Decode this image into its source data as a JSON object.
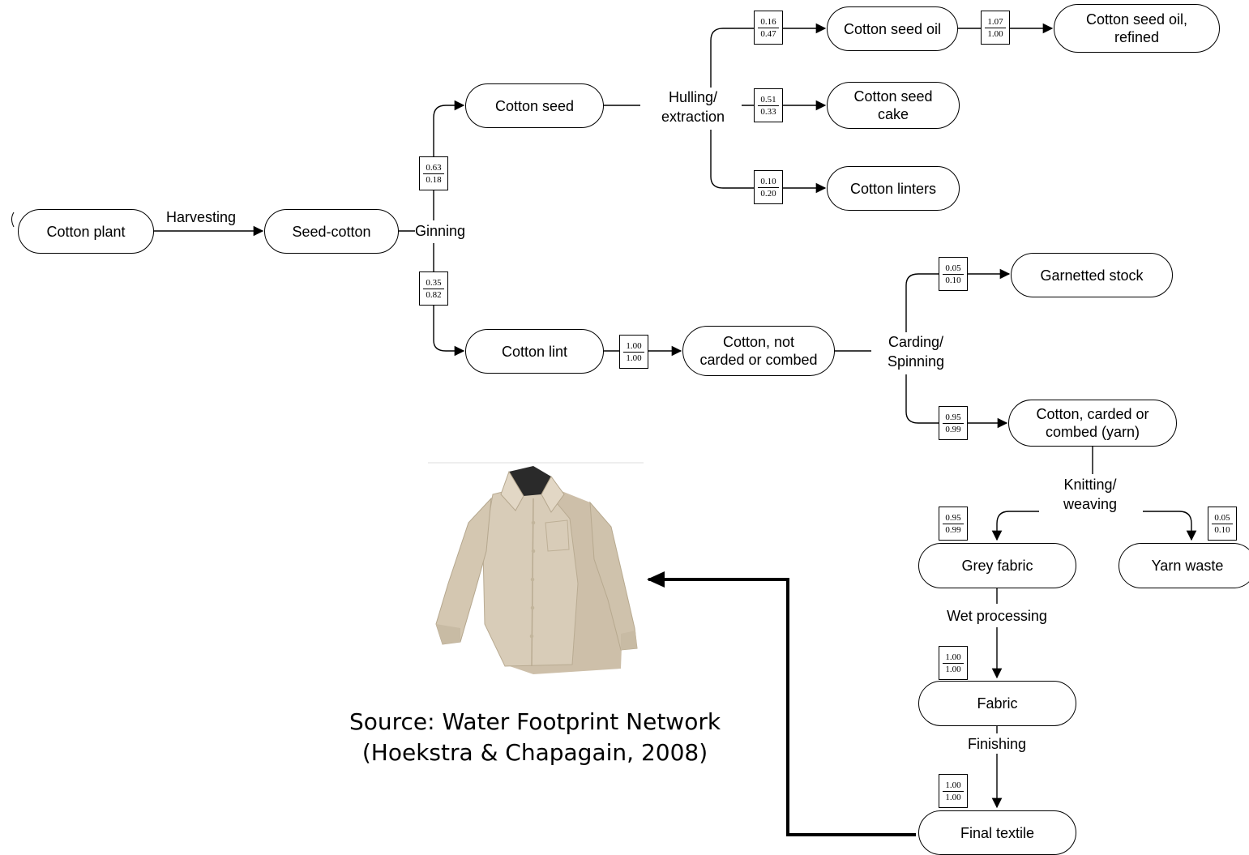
{
  "nodes": {
    "cotton_plant": "Cotton plant",
    "seed_cotton": "Seed-cotton",
    "cotton_seed": "Cotton seed",
    "cotton_seed_oil": "Cotton seed oil",
    "cotton_seed_oil_refined": [
      "Cotton seed oil,",
      "refined"
    ],
    "cotton_seed_cake": [
      "Cotton seed",
      "cake"
    ],
    "cotton_linters": "Cotton linters",
    "cotton_lint": "Cotton lint",
    "cotton_not_carded": [
      "Cotton, not",
      "carded or combed"
    ],
    "garnetted_stock": "Garnetted stock",
    "cotton_carded": [
      "Cotton, carded or",
      "combed (yarn)"
    ],
    "grey_fabric": "Grey fabric",
    "yarn_waste": "Yarn waste",
    "fabric": "Fabric",
    "final_textile": "Final textile"
  },
  "processes": {
    "harvesting": "Harvesting",
    "ginning": "Ginning",
    "hulling": [
      "Hulling/",
      "extraction"
    ],
    "carding": [
      "Carding/",
      "Spinning"
    ],
    "knitting": [
      "Knitting/",
      "weaving"
    ],
    "wet_processing": "Wet processing",
    "finishing": "Finishing"
  },
  "ratios": {
    "seed_from_ginning": [
      "0.63",
      "0.18"
    ],
    "lint_from_ginning": [
      "0.35",
      "0.82"
    ],
    "oil": [
      "0.16",
      "0.47"
    ],
    "oil_refined": [
      "1.07",
      "1.00"
    ],
    "cake": [
      "0.51",
      "0.33"
    ],
    "linters": [
      "0.10",
      "0.20"
    ],
    "not_carded": [
      "1.00",
      "1.00"
    ],
    "garnetted": [
      "0.05",
      "0.10"
    ],
    "carded": [
      "0.95",
      "0.99"
    ],
    "grey_fabric": [
      "0.95",
      "0.99"
    ],
    "yarn_waste": [
      "0.05",
      "0.10"
    ],
    "fabric": [
      "1.00",
      "1.00"
    ],
    "final_textile": [
      "1.00",
      "1.00"
    ]
  },
  "source": [
    "Source: Water Footprint Network",
    "(Hoekstra & Chapagain, 2008)"
  ],
  "colors": {
    "line": "#000000",
    "shirt": "#d8ccb8",
    "collar_inner": "#2a2a2a"
  }
}
